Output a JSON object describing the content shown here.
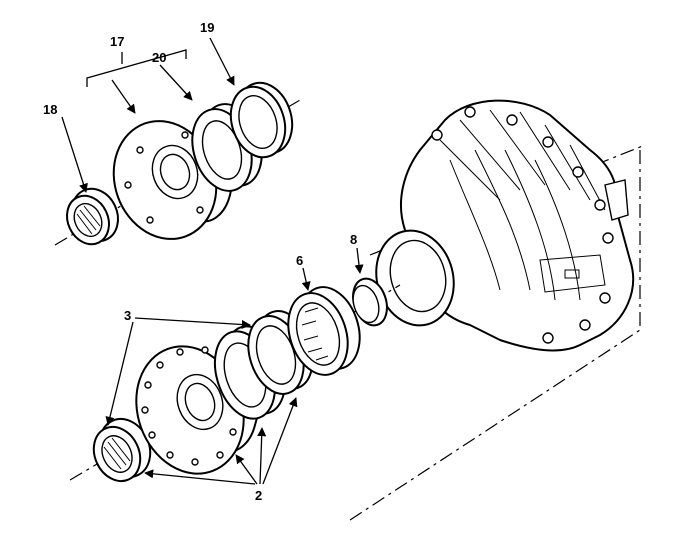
{
  "callouts": {
    "c17": "17",
    "c18": "18",
    "c19": "19",
    "c20": "20",
    "c3": "3",
    "c6": "6",
    "c8": "8",
    "c2": "2"
  }
}
